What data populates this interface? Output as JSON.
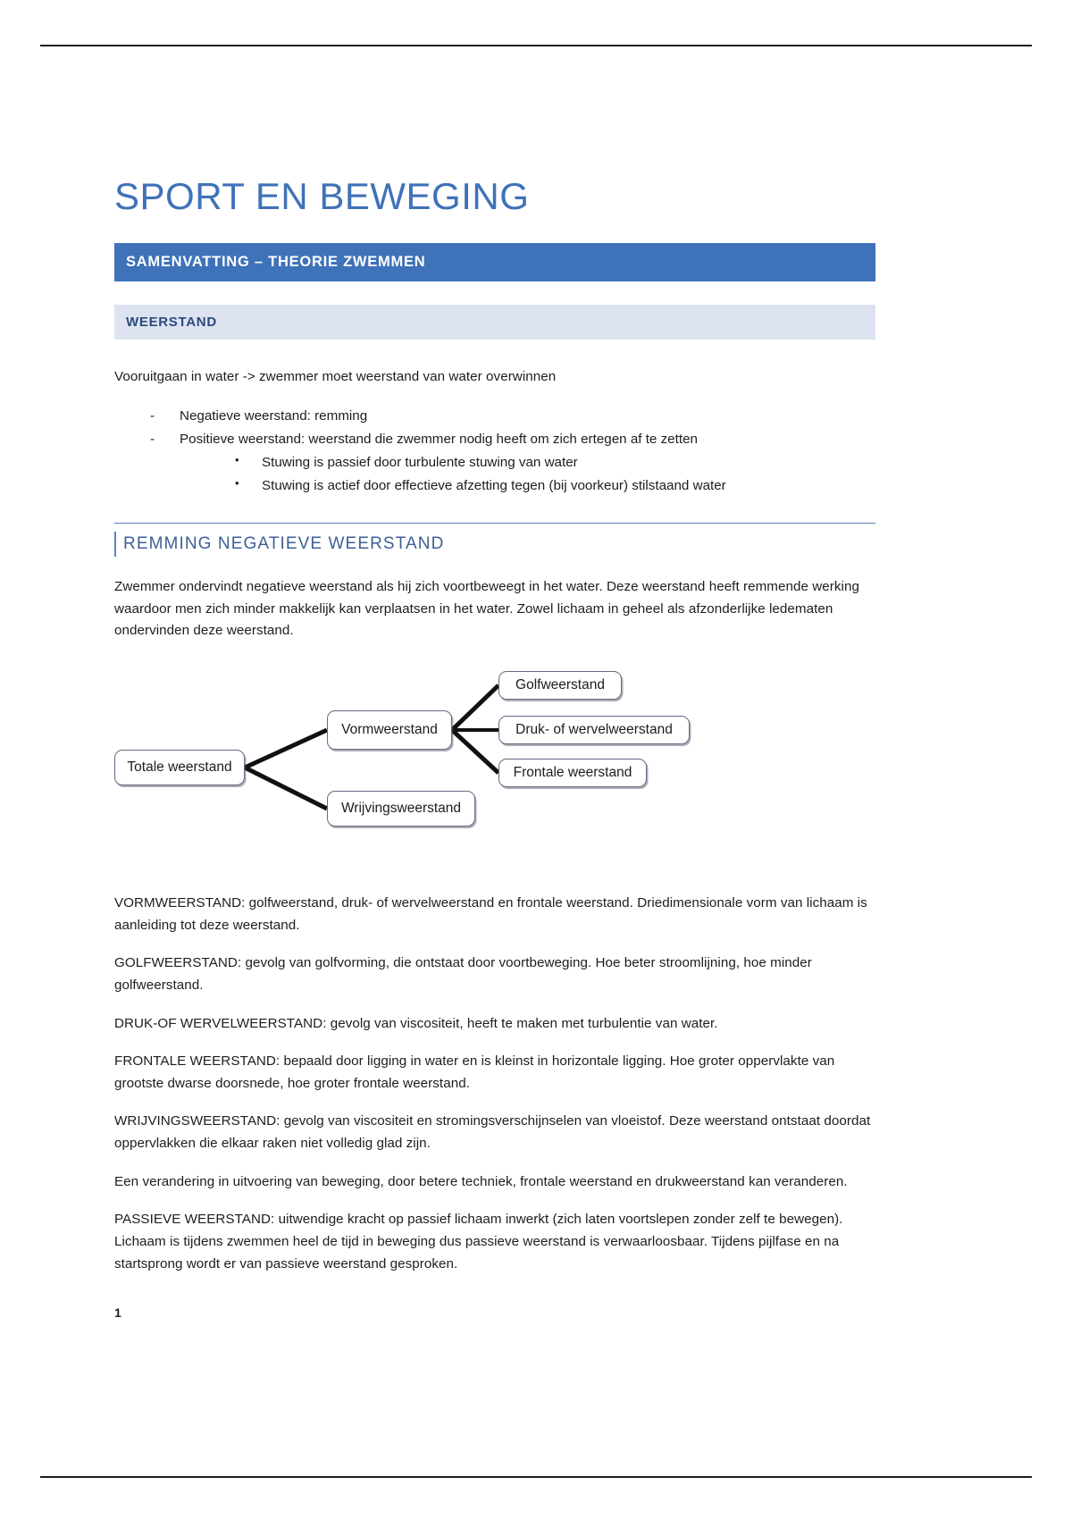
{
  "document": {
    "title": "SPORT EN BEWEGING",
    "banner": "SAMENVATTING – THEORIE ZWEMMEN",
    "section_heading": "WEERSTAND",
    "page_number": "1"
  },
  "colors": {
    "title_blue": "#3f72b8",
    "banner_blue": "#3e72b9",
    "subbanner_blue": "#dde3f0",
    "heading_blue": "#3f5f94"
  },
  "intro": {
    "lead": "Vooruitgaan in water -> zwemmer moet weerstand van water overwinnen",
    "dash_marker": "-",
    "bullet_marker": "•",
    "items": [
      {
        "text": "Negatieve weerstand: remming",
        "subitems": []
      },
      {
        "text": "Positieve weerstand: weerstand die zwemmer nodig heeft om zich ertegen af te zetten",
        "subitems": [
          "Stuwing is passief door turbulente stuwing van water",
          "Stuwing is actief door effectieve afzetting tegen (bij voorkeur) stilstaand water"
        ]
      }
    ]
  },
  "subsection": {
    "heading": "REMMING NEGATIEVE WEERSTAND",
    "paragraph": "Zwemmer ondervindt negatieve weerstand als hij zich voortbeweegt in het water. Deze weerstand heeft remmende werking waardoor men zich minder makkelijk kan verplaatsen in het water. Zowel lichaam in geheel als afzonderlijke ledematen ondervinden deze weerstand."
  },
  "diagram": {
    "nodes": {
      "total": "Totale weerstand",
      "vorm": "Vormweerstand",
      "wrijving": "Wrijvingsweerstand",
      "golf": "Golfweerstand",
      "druk": "Druk- of wervelweerstand",
      "frontaal": "Frontale weerstand"
    }
  },
  "definitions": [
    "VORMWEERSTAND: golfweerstand, druk- of wervelweerstand en frontale weerstand. Driedimensionale vorm van lichaam is aanleiding tot deze weerstand.",
    "GOLFWEERSTAND: gevolg van golfvorming, die ontstaat door voortbeweging. Hoe beter stroomlijning, hoe minder golfweerstand.",
    "DRUK-OF WERVELWEERSTAND: gevolg van viscositeit, heeft te maken met turbulentie van water.",
    "FRONTALE WEERSTAND: bepaald door ligging in water en is kleinst in horizontale ligging. Hoe groter oppervlakte van grootste dwarse doorsnede, hoe groter frontale weerstand.",
    "WRIJVINGSWEERSTAND: gevolg van viscositeit en stromingsverschijnselen van vloeistof. Deze weerstand ontstaat doordat oppervlakken die elkaar raken niet volledig glad zijn.",
    "Een verandering in uitvoering van beweging, door betere techniek, frontale weerstand en drukweerstand kan veranderen.",
    "PASSIEVE WEERSTAND: uitwendige kracht op passief lichaam inwerkt (zich laten voortslepen zonder zelf te bewegen). Lichaam is tijdens zwemmen heel de tijd in beweging dus passieve weerstand is verwaarloosbaar. Tijdens pijlfase en na startsprong wordt er van passieve weerstand gesproken."
  ]
}
